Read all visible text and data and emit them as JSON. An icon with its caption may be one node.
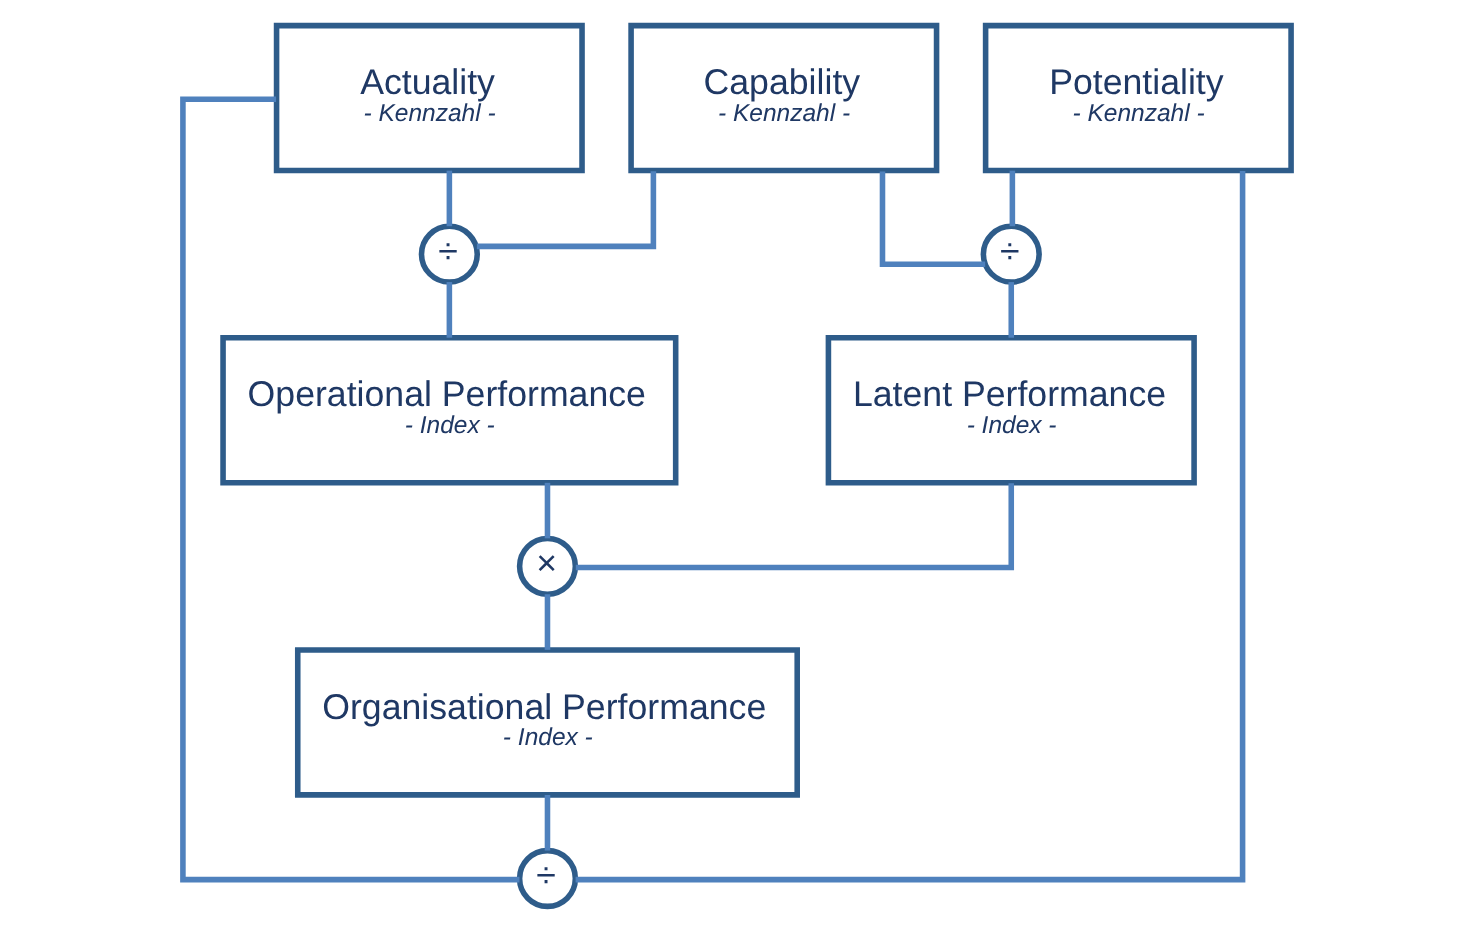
{
  "diagram": {
    "nodes": [
      {
        "text": [
          "Actuality",
          "- Kennzahl -"
        ]
      },
      {
        "text": [
          "Capability",
          "- Kennzahl -"
        ]
      },
      {
        "text": [
          "Potentiality",
          "- Kennzahl -"
        ]
      },
      {
        "text": [
          "÷"
        ]
      },
      {
        "text": [
          "÷"
        ]
      },
      {
        "text": [
          "Operational Performance",
          "- Index -"
        ]
      },
      {
        "text": [
          "Latent Performance",
          "- Index -"
        ]
      },
      {
        "text": [
          "×"
        ]
      },
      {
        "text": [
          "Organisational Performance",
          "- Index -"
        ]
      },
      {
        "text": [
          "÷"
        ]
      }
    ],
    "edges": [
      {
        "from": 0,
        "to": 3,
        "arrow": "none"
      },
      {
        "from": 1,
        "to": 3,
        "arrow": "none"
      },
      {
        "from": 1,
        "to": 4,
        "arrow": "none"
      },
      {
        "from": 2,
        "to": 4,
        "arrow": "none"
      },
      {
        "from": 3,
        "to": 5,
        "arrow": "none"
      },
      {
        "from": 4,
        "to": 6,
        "arrow": "none"
      },
      {
        "from": 5,
        "to": 7,
        "arrow": "none"
      },
      {
        "from": 6,
        "to": 7,
        "arrow": "none"
      },
      {
        "from": 7,
        "to": 8,
        "arrow": "none"
      },
      {
        "from": 8,
        "to": 9,
        "arrow": "none"
      },
      {
        "from": 0,
        "to": 9,
        "arrow": "none"
      },
      {
        "from": 2,
        "to": 9,
        "arrow": "none"
      }
    ]
  }
}
